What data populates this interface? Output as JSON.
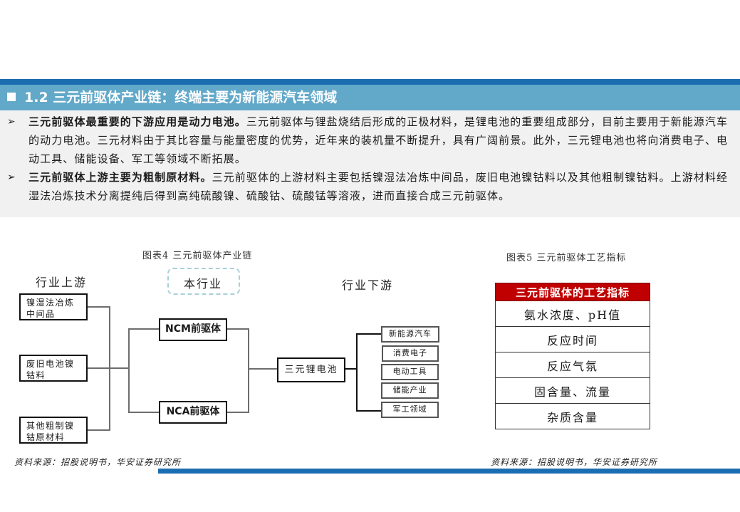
{
  "section": {
    "title": "1.2 三元前驱体产业链：终端主要为新能源汽车领域"
  },
  "summary": {
    "bullets": [
      {
        "bold": "三元前驱体最重要的下游应用是动力电池。",
        "text": "三元前驱体与锂盐烧结后形成的正极材料，是锂电池的重要组成部分，目前主要用于新能源汽车的动力电池。三元材料由于其比容量与能量密度的优势，近年来的装机量不断提升，具有广阔前景。此外，三元锂电池也将向消费电子、电动工具、储能设备、军工等领域不断拓展。"
      },
      {
        "bold": "三元前驱体上游主要为粗制原材料。",
        "text": "三元前驱体的上游材料主要包括镍湿法冶炼中间品，废旧电池镍钴料以及其他粗制镍钴料。上游材料经湿法冶炼技术分离提纯后得到高纯硫酸镍、硫酸钴、硫酸锰等溶液，进而直接合成三元前驱体。"
      }
    ]
  },
  "figure4": {
    "caption": "图表4 三元前驱体产业链",
    "upstream_label": "行业上游",
    "industry_label": "本行业",
    "downstream_label": "行业下游",
    "upstream_items": [
      {
        "line1": "镍湿法冶炼",
        "line2": "中间品"
      },
      {
        "line1": "废旧电池镍",
        "line2": "钴料"
      },
      {
        "line1": "其他粗制镍",
        "line2": "钴原材料"
      }
    ],
    "precursors": [
      "NCM前驱体",
      "NCA前驱体"
    ],
    "battery": "三元锂电池",
    "applications": [
      "新能源汽车",
      "消费电子",
      "电动工具",
      "储能产业",
      "军工领域"
    ],
    "source": "资料来源：招股说明书，华安证券研究所"
  },
  "figure5": {
    "caption": "图表5 三元前驱体工艺指标",
    "header": "三元前驱体的工艺指标",
    "rows": [
      "氨水浓度、pH值",
      "反应时间",
      "反应气氛",
      "固含量、流量",
      "杂质含量"
    ],
    "source": "资料来源：招股说明书，华安证券研究所"
  },
  "colors": {
    "band_blue": "#1a6db0",
    "title_bar": "#62a8c9",
    "summary_bg": "#f1f1f1",
    "table_header": "#c00000",
    "dashed_border": "#a9cfd9"
  }
}
